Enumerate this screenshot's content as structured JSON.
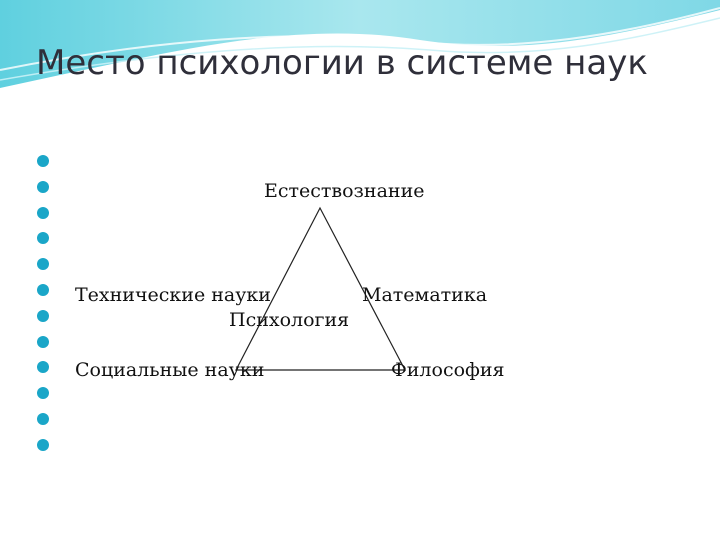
{
  "slide": {
    "title": "Место психологии в системе наук",
    "bullet_count": 12,
    "accent_color": "#1aa6c8"
  },
  "diagram": {
    "top_label": "Естествознание",
    "left_label": "Технические науки",
    "right_label": "Математика",
    "center_label": "Психология",
    "bottom_left_label": "Социальные науки",
    "bottom_right_label": "Философия"
  }
}
